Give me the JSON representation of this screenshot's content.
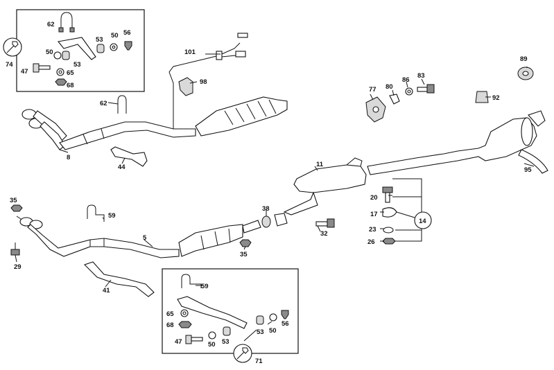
{
  "labels": {
    "l62a": "62",
    "l53a": "53",
    "l50a": "50",
    "l56a": "56",
    "l74": "74",
    "l50b": "50",
    "l53b": "53",
    "l47a": "47",
    "l65a": "65",
    "l68a": "68",
    "l101": "101",
    "l98": "98",
    "l62b": "62",
    "l8": "8",
    "l44": "44",
    "l77": "77",
    "l80": "80",
    "l86": "86",
    "l83": "83",
    "l89": "89",
    "l92": "92",
    "l95": "95",
    "l11": "11",
    "l20": "20",
    "l17": "17",
    "l14": "14",
    "l23": "23",
    "l26": "26",
    "l35a": "35",
    "l59a": "59",
    "l38": "38",
    "l5": "5",
    "l32": "32",
    "l35b": "35",
    "l29": "29",
    "l41": "41",
    "l59b": "59",
    "l65b": "65",
    "l68b": "68",
    "l53c": "53",
    "l50c": "50",
    "l56b": "56",
    "l47b": "47",
    "l50d": "50",
    "l53d": "53",
    "l71": "71"
  }
}
